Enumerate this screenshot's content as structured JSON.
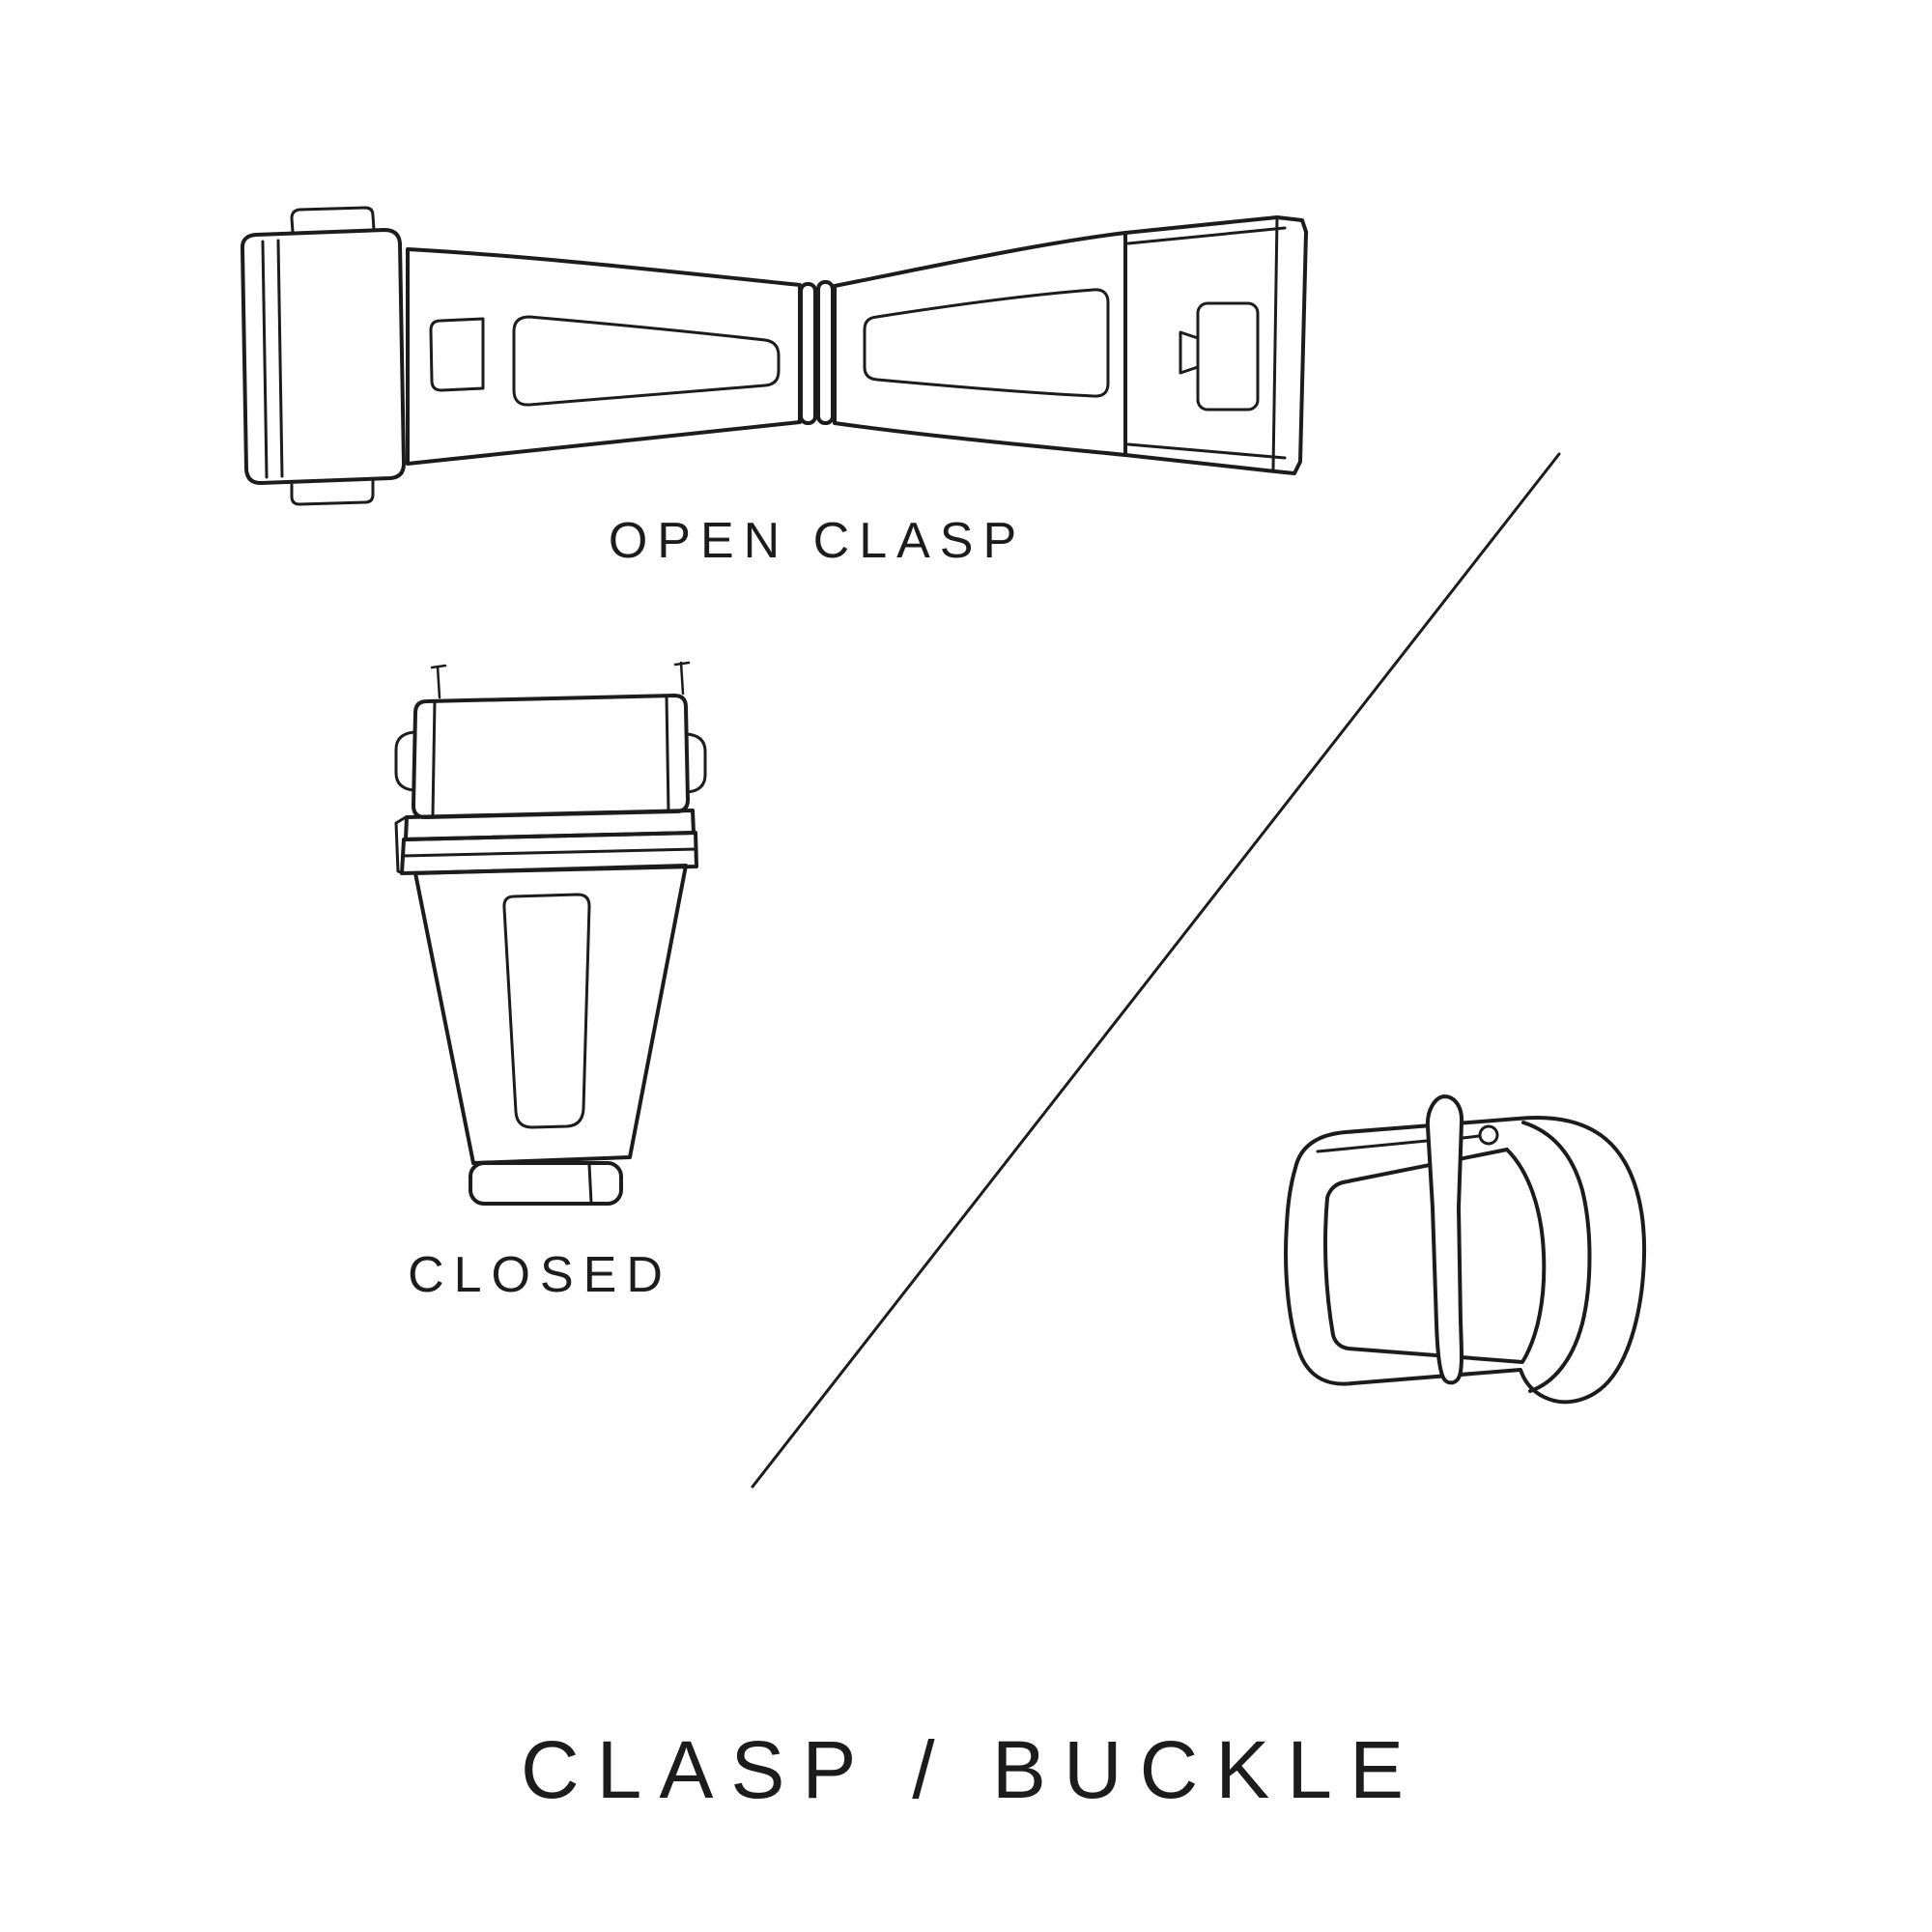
{
  "title": "CLASP / BUCKLE",
  "labels": {
    "open_clasp": "OPEN CLASP",
    "closed": "CLOSED"
  },
  "illustrations": {
    "open_clasp": "deployant-clasp-open",
    "closed_clasp": "deployant-clasp-closed",
    "buckle": "tang-buckle"
  },
  "colors": {
    "ink": "#1c1c1c",
    "background": "#ffffff"
  }
}
